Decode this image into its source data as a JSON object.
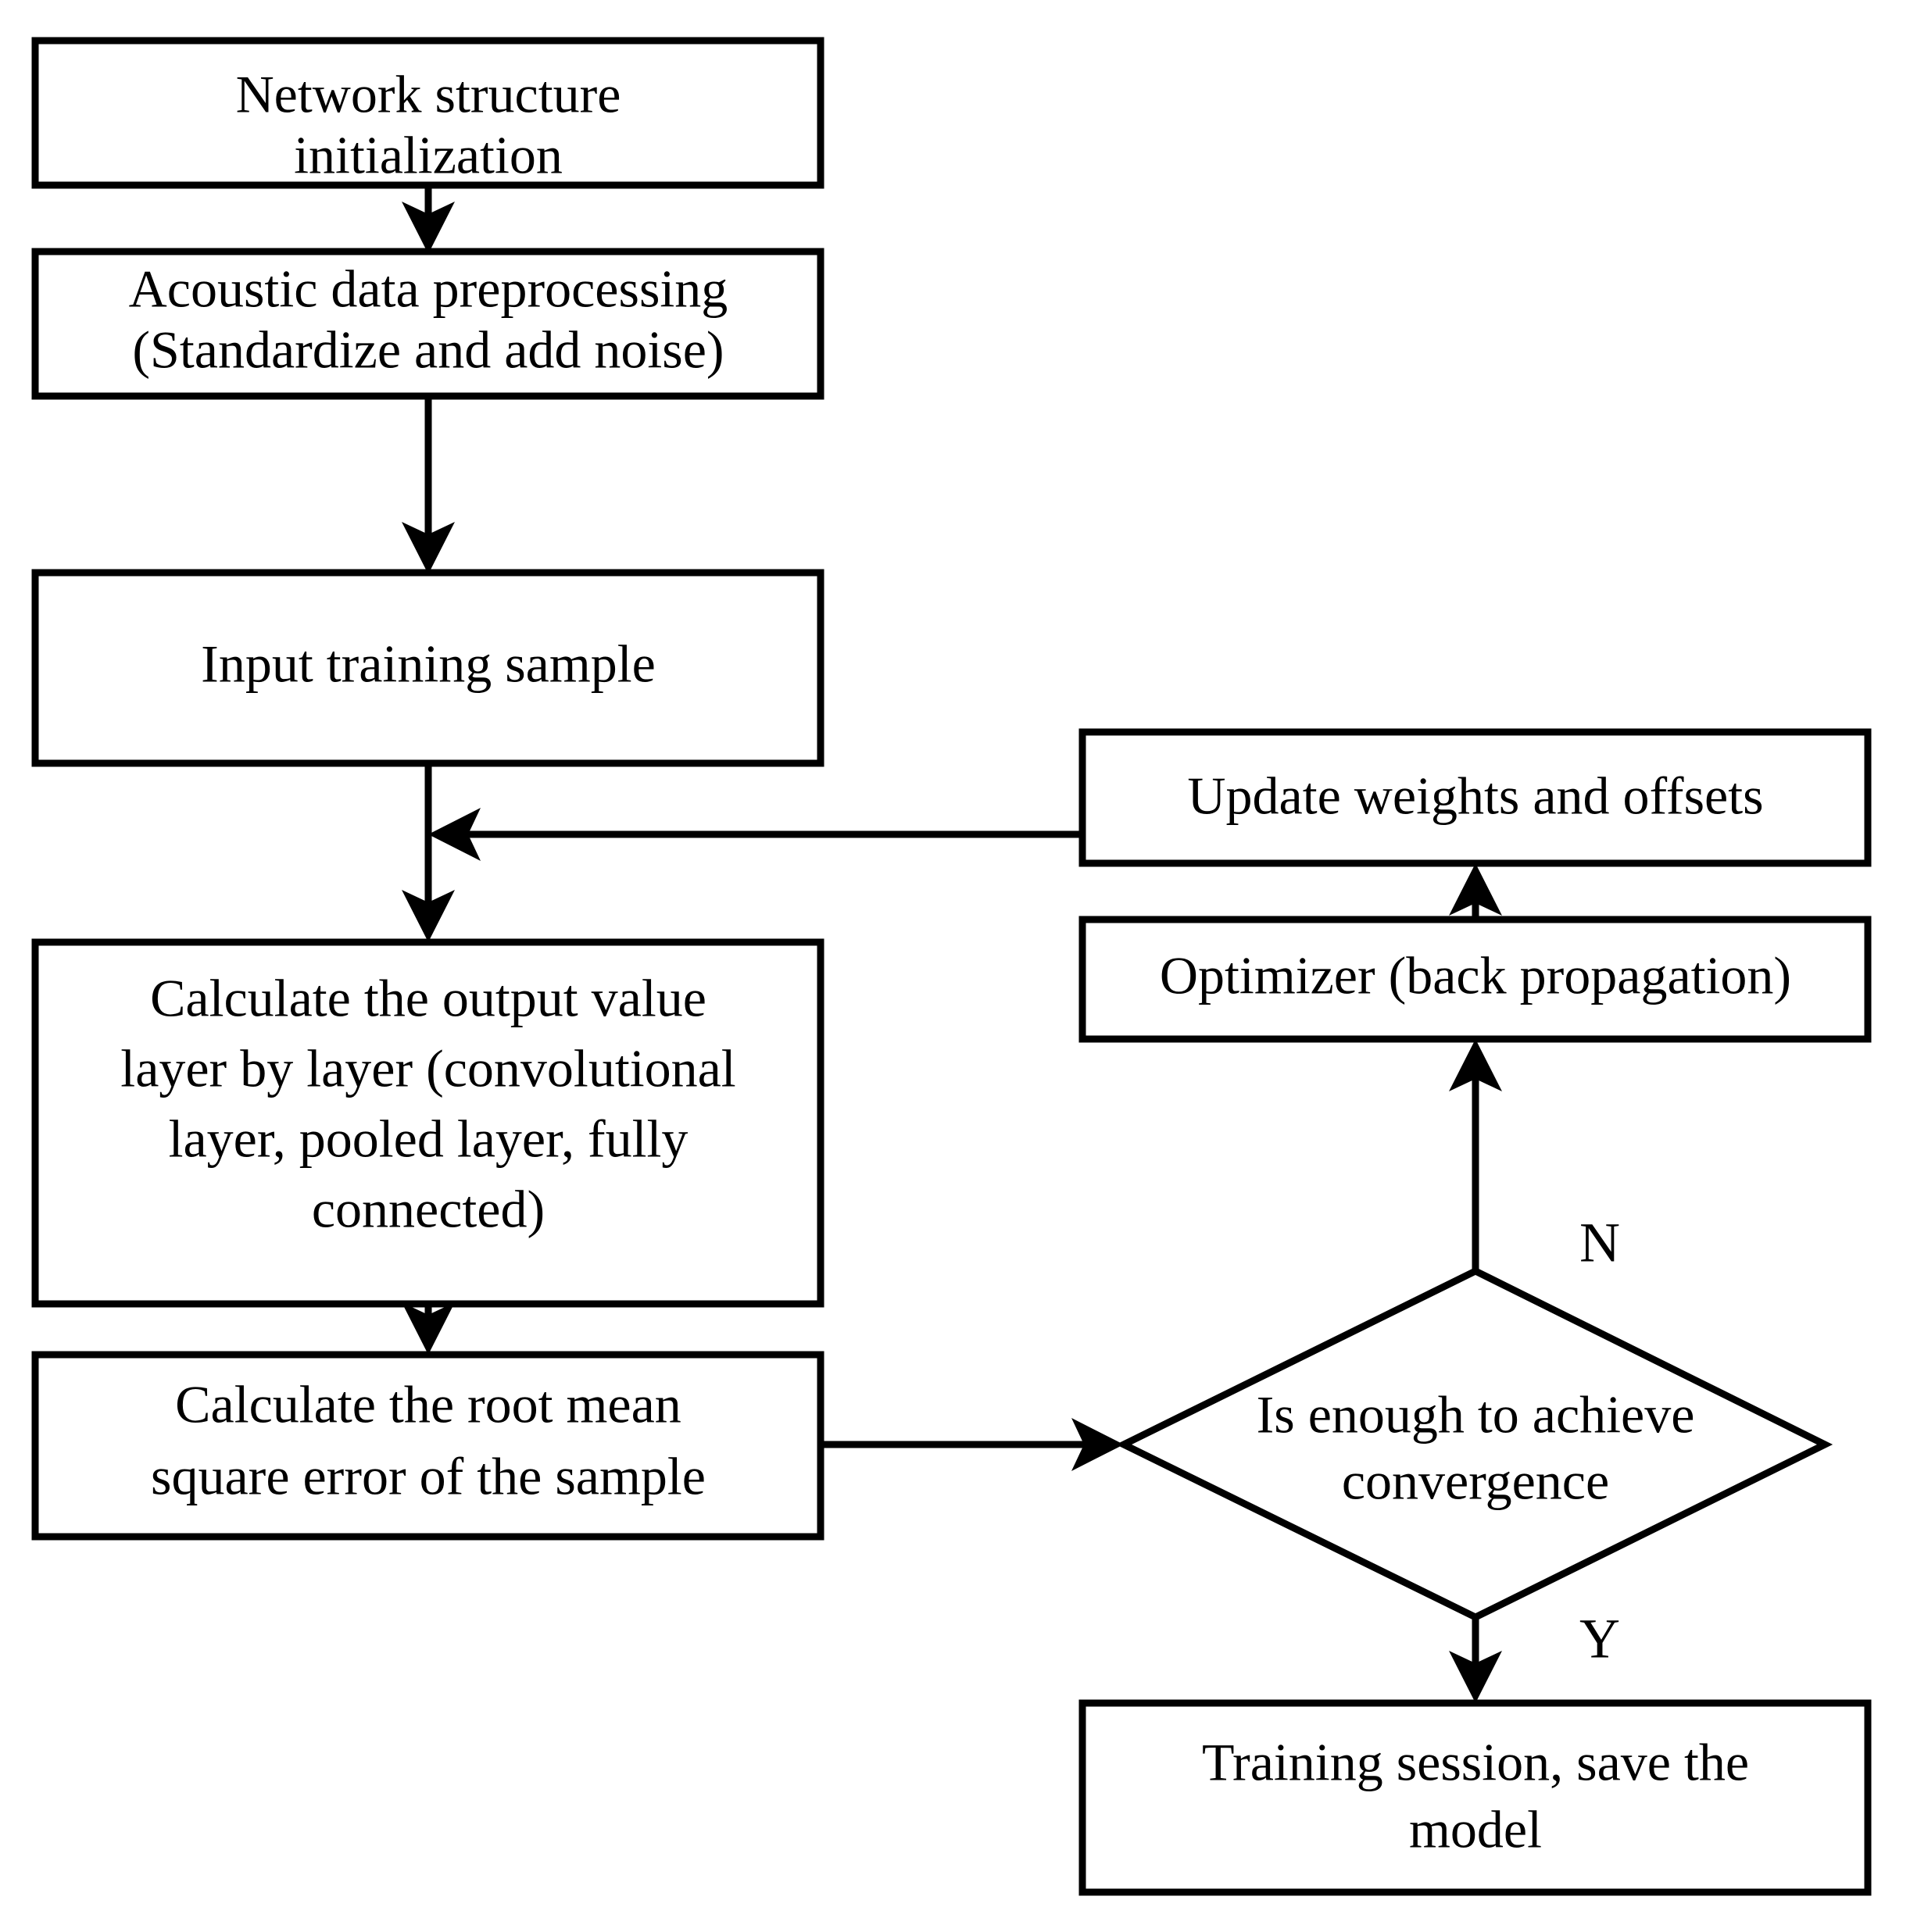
{
  "diagram": {
    "type": "flowchart",
    "title": "CNN acoustic model training flowchart",
    "colors": {
      "stroke": "#000000",
      "fill": "#ffffff",
      "text": "#000000"
    },
    "nodes": [
      {
        "id": "network-structure-initialization",
        "shape": "rectangle",
        "lines": [
          "Network structure",
          "initialization"
        ],
        "line1": "Network structure",
        "line2": "initialization"
      },
      {
        "id": "acoustic-data-preprocessing",
        "shape": "rectangle",
        "lines": [
          "Acoustic data preprocessing",
          "(Standardize and add noise)"
        ],
        "line1": "Acoustic data preprocessing",
        "line2": "(Standardize and add noise)"
      },
      {
        "id": "input-training-sample",
        "shape": "rectangle",
        "lines": [
          "Input training sample"
        ],
        "line1": "Input training sample"
      },
      {
        "id": "calculate-output-value",
        "shape": "rectangle",
        "lines": [
          "Calculate the output value",
          "layer by layer (convolutional",
          "layer, pooled layer, fully",
          "connected)"
        ],
        "line1": "Calculate the output value",
        "line2": "layer by layer (convolutional",
        "line3": "layer, pooled layer, fully",
        "line4": "connected)"
      },
      {
        "id": "calculate-rmse",
        "shape": "rectangle",
        "lines": [
          "Calculate the root mean",
          "square error of the sample"
        ],
        "line1": "Calculate the root mean",
        "line2": "square error of the sample"
      },
      {
        "id": "update-weights-and-offsets",
        "shape": "rectangle",
        "lines": [
          "Update weights and offsets"
        ],
        "line1": "Update weights and offsets"
      },
      {
        "id": "optimizer-back-propagation",
        "shape": "rectangle",
        "lines": [
          "Optimizer (back propagation)"
        ],
        "line1": "Optimizer (back propagation)"
      },
      {
        "id": "convergence-decision",
        "shape": "diamond",
        "lines": [
          "Is enough to achieve",
          "convergence"
        ],
        "line1": "Is enough to achieve",
        "line2": "convergence"
      },
      {
        "id": "training-session-save-model",
        "shape": "rectangle",
        "lines": [
          "Training session, save the",
          "model"
        ],
        "line1": "Training session, save the",
        "line2": "model"
      }
    ],
    "edge_labels": {
      "no_branch": "N",
      "yes_branch": "Y"
    },
    "edges": [
      {
        "from": "network-structure-initialization",
        "to": "acoustic-data-preprocessing",
        "label": ""
      },
      {
        "from": "acoustic-data-preprocessing",
        "to": "input-training-sample",
        "label": ""
      },
      {
        "from": "input-training-sample",
        "to": "calculate-output-value",
        "label": ""
      },
      {
        "from": "calculate-output-value",
        "to": "calculate-rmse",
        "label": ""
      },
      {
        "from": "calculate-rmse",
        "to": "convergence-decision",
        "label": ""
      },
      {
        "from": "convergence-decision",
        "to": "optimizer-back-propagation",
        "label": "N"
      },
      {
        "from": "optimizer-back-propagation",
        "to": "update-weights-and-offsets",
        "label": ""
      },
      {
        "from": "update-weights-and-offsets",
        "to": "input-training-sample",
        "label": ""
      },
      {
        "from": "convergence-decision",
        "to": "training-session-save-model",
        "label": "Y"
      }
    ]
  }
}
